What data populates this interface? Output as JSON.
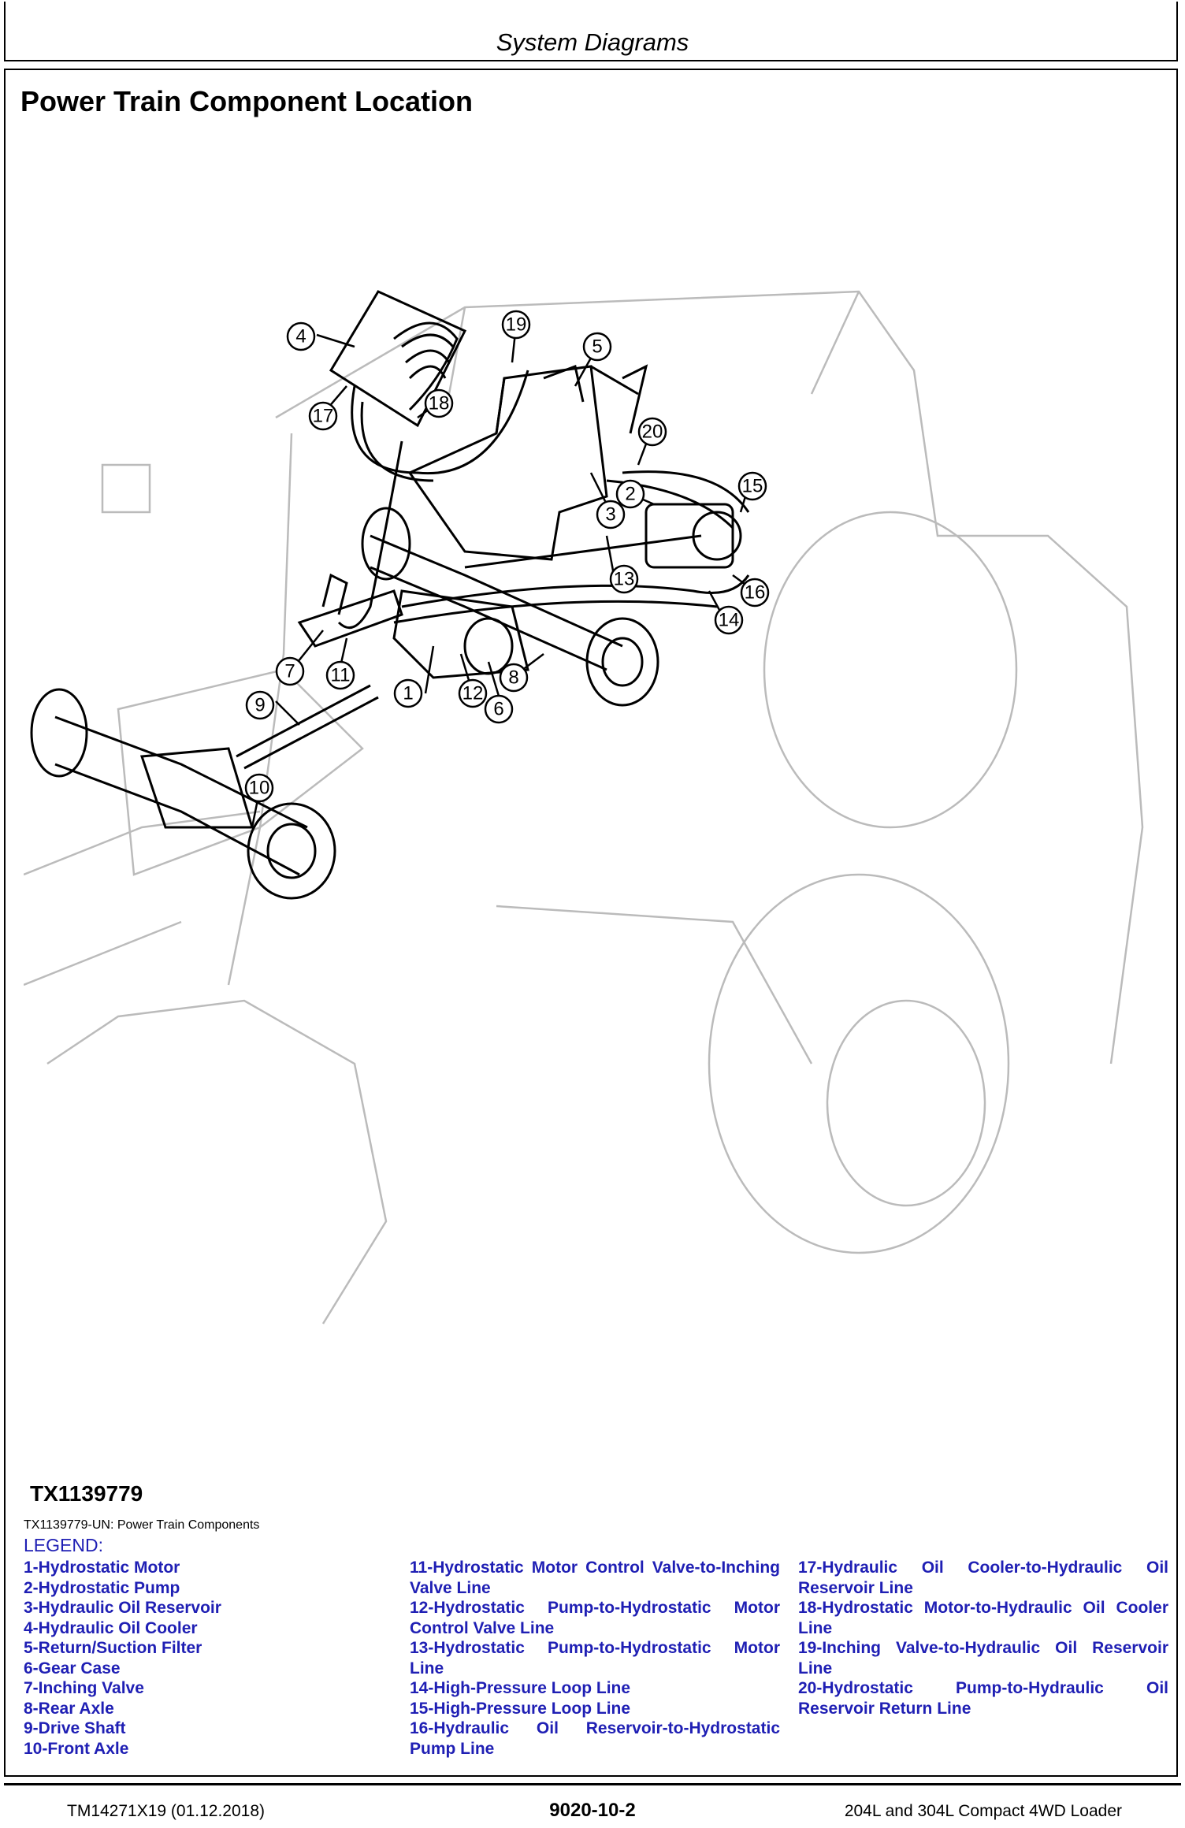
{
  "header": {
    "title": "System Diagrams"
  },
  "section_title": "Power Train Component Location",
  "figure": {
    "id": "TX1139779",
    "caption": "TX1139779-UN: Power Train Components",
    "callouts": [
      "1",
      "2",
      "3",
      "4",
      "5",
      "6",
      "7",
      "8",
      "9",
      "10",
      "11",
      "12",
      "13",
      "14",
      "15",
      "16",
      "17",
      "18",
      "19",
      "20"
    ]
  },
  "legend": {
    "label": "LEGEND:",
    "items": [
      "1-Hydrostatic Motor",
      "2-Hydrostatic Pump",
      "3-Hydraulic Oil Reservoir",
      "4-Hydraulic Oil Cooler",
      "5-Return/Suction Filter",
      "6-Gear Case",
      "7-Inching Valve",
      "8-Rear Axle",
      "9-Drive Shaft",
      "10-Front Axle",
      "11-Hydrostatic Motor Control Valve-to-Inching Valve Line",
      "12-Hydrostatic Pump-to-Hydrostatic Motor Control Valve Line",
      "13-Hydrostatic Pump-to-Hydrostatic Motor Line",
      "14-High-Pressure Loop Line",
      "15-High-Pressure Loop Line",
      "16-Hydraulic Oil Reservoir-to-Hydrostatic Pump Line",
      "17-Hydraulic Oil Cooler-to-Hydraulic Oil Reservoir Line",
      "18-Hydrostatic Motor-to-Hydraulic Oil Cooler Line",
      "19-Inching Valve-to-Hydraulic Oil Reservoir Line",
      "20-Hydrostatic Pump-to-Hydraulic Oil Reservoir Return Line"
    ]
  },
  "footer": {
    "left": "TM14271X19 (01.12.2018)",
    "center": "9020-10-2",
    "right": "204L and 304L Compact 4WD Loader"
  }
}
